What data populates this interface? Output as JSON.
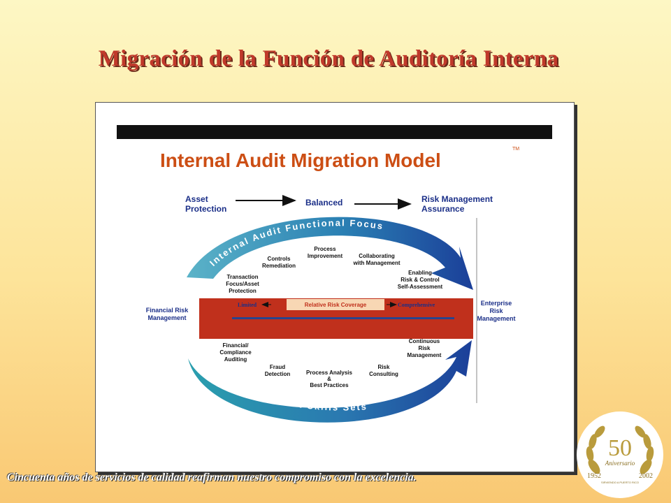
{
  "slide": {
    "title": "Migración de la Función de Auditoría Interna",
    "footer": "Cincuenta años de servicios de calidad reafirman nuestro compromiso con la excelencia."
  },
  "diagram": {
    "title": "Internal Audit Migration Model",
    "trademark": "TM",
    "stages": {
      "left": [
        "Asset",
        "Protection"
      ],
      "middle": "Balanced",
      "right": [
        "Risk Management",
        "Assurance"
      ]
    },
    "top_arc_label": "Internal Audit Functional Focus",
    "bottom_arc_label": "Internal Audit Skills Sets",
    "focus_items": {
      "transaction": [
        "Transaction",
        "Focus/Asset",
        "Protection"
      ],
      "controls": [
        "Controls",
        "Remediation"
      ],
      "process": [
        "Process",
        "Improvement"
      ],
      "collaborating": [
        "Collaborating",
        "with Management"
      ],
      "enabling": [
        "Enabling",
        "Risk & Control",
        "Self-Assessment"
      ]
    },
    "band": {
      "left_side": [
        "Financial Risk",
        "Management"
      ],
      "right_side": [
        "Enterprise",
        "Risk",
        "Management"
      ],
      "limited": "Limited",
      "center": "Relative Risk Coverage",
      "comprehensive": "Comprehensive"
    },
    "skill_items": {
      "financial": [
        "Financial/",
        "Compliance",
        "Auditing"
      ],
      "fraud": [
        "Fraud",
        "Detection"
      ],
      "process_analysis": [
        "Process Analysis",
        "&",
        "Best Practices"
      ],
      "risk_consulting": [
        "Risk",
        "Consulting"
      ],
      "continuous": [
        "Continuous",
        "Risk",
        "Management"
      ]
    }
  },
  "logo": {
    "number": "50",
    "word": "Aniversario",
    "year_start": "1952",
    "year_end": "2002",
    "tagline": "SIRVIENDO A PUERTO RICO"
  },
  "colors": {
    "title_red": "#c0392b",
    "diagram_orange": "#cc4e14",
    "band_red": "#c0301c",
    "arc_blue": "#2a79ad",
    "arc_teal": "#2a8fa6",
    "navy": "#1b2f88",
    "wreath_gold": "#b99b3c"
  }
}
